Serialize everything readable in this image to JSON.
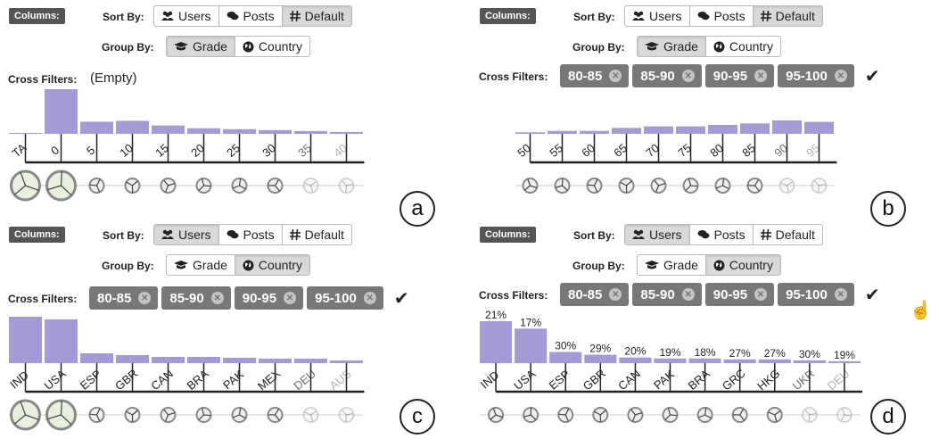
{
  "colors": {
    "bar": "#a49ad6",
    "chip": "#787878",
    "axis": "#222222"
  },
  "panels": [
    {
      "id": "a",
      "letter": "a",
      "columns_label": "Columns:",
      "sort_label": "Sort By:",
      "group_label": "Group By:",
      "filters_label": "Cross Filters:",
      "filters_empty": "(Empty)",
      "sort_options": [
        {
          "label": "Users",
          "icon": "users-icon",
          "active": false
        },
        {
          "label": "Posts",
          "icon": "comments-icon",
          "active": false
        },
        {
          "label": "Default",
          "icon": "hash-icon",
          "active": true
        }
      ],
      "group_options": [
        {
          "label": "Grade",
          "icon": "graduation-cap-icon",
          "active": true
        },
        {
          "label": "Country",
          "icon": "globe-icon",
          "active": false
        }
      ],
      "chips": [],
      "show_check": false
    },
    {
      "id": "b",
      "letter": "b",
      "columns_label": "Columns:",
      "sort_label": "Sort By:",
      "group_label": "Group By:",
      "filters_label": "Cross Filters:",
      "filters_empty": "",
      "sort_options": [
        {
          "label": "Users",
          "icon": "users-icon",
          "active": false
        },
        {
          "label": "Posts",
          "icon": "comments-icon",
          "active": false
        },
        {
          "label": "Default",
          "icon": "hash-icon",
          "active": true
        }
      ],
      "group_options": [
        {
          "label": "Grade",
          "icon": "graduation-cap-icon",
          "active": true
        },
        {
          "label": "Country",
          "icon": "globe-icon",
          "active": false
        }
      ],
      "chips": [
        "80-85",
        "85-90",
        "90-95",
        "95-100"
      ],
      "show_check": true
    },
    {
      "id": "c",
      "letter": "c",
      "columns_label": "Columns:",
      "sort_label": "Sort By:",
      "group_label": "Group By:",
      "filters_label": "Cross Filters:",
      "filters_empty": "",
      "sort_options": [
        {
          "label": "Users",
          "icon": "users-icon",
          "active": true
        },
        {
          "label": "Posts",
          "icon": "comments-icon",
          "active": false
        },
        {
          "label": "Default",
          "icon": "hash-icon",
          "active": false
        }
      ],
      "group_options": [
        {
          "label": "Grade",
          "icon": "graduation-cap-icon",
          "active": false
        },
        {
          "label": "Country",
          "icon": "globe-icon",
          "active": true
        }
      ],
      "chips": [
        "80-85",
        "85-90",
        "90-95",
        "95-100"
      ],
      "show_check": true
    },
    {
      "id": "d",
      "letter": "d",
      "columns_label": "Columns:",
      "sort_label": "Sort By:",
      "group_label": "Group By:",
      "filters_label": "Cross Filters:",
      "filters_empty": "",
      "sort_options": [
        {
          "label": "Users",
          "icon": "users-icon",
          "active": true
        },
        {
          "label": "Posts",
          "icon": "comments-icon",
          "active": false
        },
        {
          "label": "Default",
          "icon": "hash-icon",
          "active": false
        }
      ],
      "group_options": [
        {
          "label": "Grade",
          "icon": "graduation-cap-icon",
          "active": false
        },
        {
          "label": "Country",
          "icon": "globe-icon",
          "active": true
        }
      ],
      "chips": [
        "80-85",
        "85-90",
        "90-95",
        "95-100"
      ],
      "show_check": true,
      "show_cursor": true
    }
  ],
  "chart_data": [
    {
      "type": "bar",
      "panel": "a",
      "categories": [
        "TA",
        "0",
        "5",
        "10",
        "15",
        "20",
        "25",
        "30",
        "35",
        "40"
      ],
      "values": [
        1,
        48,
        13,
        14,
        9,
        6,
        5,
        4,
        3,
        2
      ],
      "title": "",
      "xlabel": "",
      "ylabel": ""
    },
    {
      "type": "bar",
      "panel": "b",
      "categories": [
        "50",
        "55",
        "60",
        "65",
        "70",
        "75",
        "80",
        "85",
        "90",
        "95"
      ],
      "values": [
        1,
        2,
        2,
        4,
        5,
        5,
        6,
        7,
        9,
        8
      ],
      "title": "",
      "xlabel": "",
      "ylabel": ""
    },
    {
      "type": "bar",
      "panel": "c",
      "categories": [
        "IND",
        "USA",
        "ESP",
        "GBR",
        "CAN",
        "BRA",
        "PAK",
        "MEX",
        "DEU",
        "AUS"
      ],
      "values": [
        52,
        49,
        11,
        9,
        7,
        7,
        6,
        5,
        5,
        3
      ],
      "title": "",
      "xlabel": "",
      "ylabel": ""
    },
    {
      "type": "bar",
      "panel": "d",
      "categories": [
        "IND",
        "USA",
        "ESP",
        "GBR",
        "CAN",
        "PAK",
        "BRA",
        "GRC",
        "HKG",
        "UKR",
        "DEU"
      ],
      "values": [
        45,
        37,
        12,
        9,
        6,
        5,
        5,
        4,
        4,
        3,
        2
      ],
      "labels": [
        "21%",
        "17%",
        "30%",
        "29%",
        "20%",
        "19%",
        "18%",
        "27%",
        "27%",
        "30%",
        "19%"
      ],
      "title": "",
      "xlabel": "",
      "ylabel": ""
    }
  ]
}
